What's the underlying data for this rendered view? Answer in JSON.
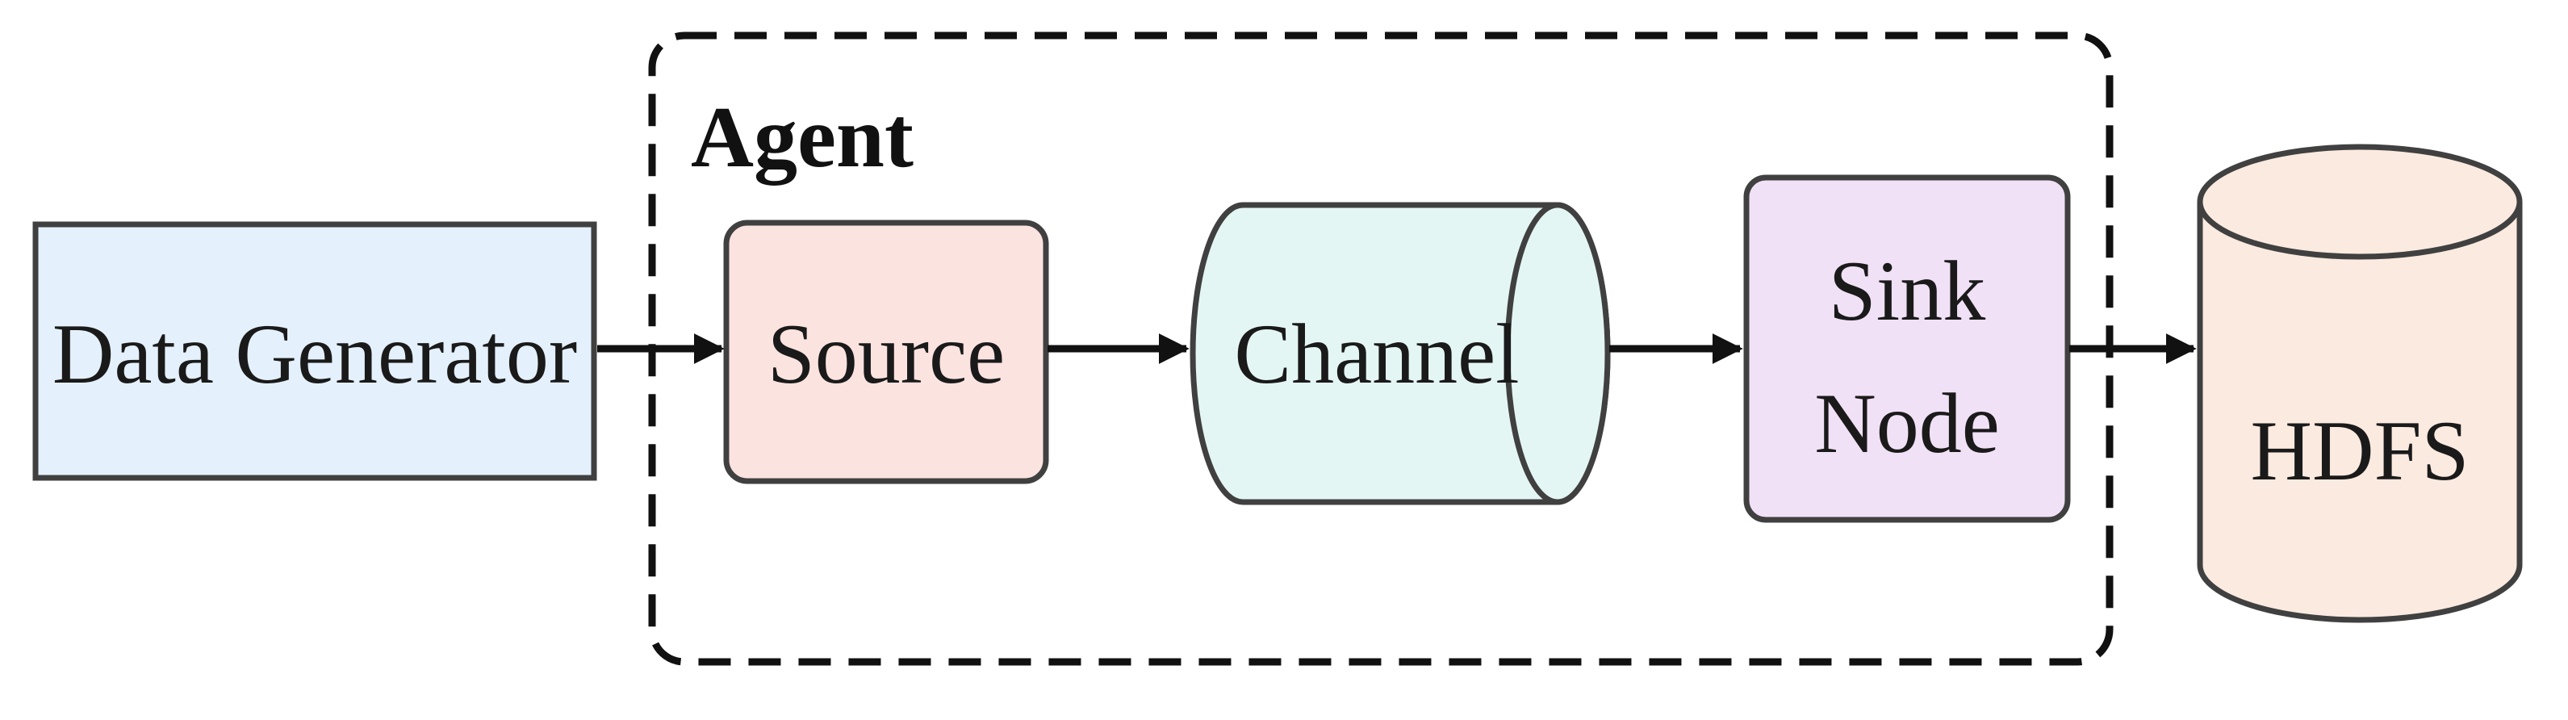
{
  "diagram": {
    "nodes": {
      "data_generator": {
        "label": "Data Generator",
        "fill": "#E4F0FB"
      },
      "agent": {
        "label": "Agent"
      },
      "source": {
        "label": "Source",
        "fill": "#FBE3E0"
      },
      "channel": {
        "label": "Channel",
        "fill": "#E4F6F4"
      },
      "sink_node": {
        "line1": "Sink",
        "line2": "Node",
        "fill": "#F1E1F6"
      },
      "hdfs": {
        "label": "HDFS",
        "fill": "#FBEAE0"
      }
    },
    "edges": [
      {
        "from": "data_generator",
        "to": "source"
      },
      {
        "from": "source",
        "to": "channel"
      },
      {
        "from": "channel",
        "to": "sink_node"
      },
      {
        "from": "sink_node",
        "to": "hdfs"
      }
    ],
    "colors": {
      "stroke": "#404040",
      "text": "#1a1a1a",
      "arrow": "#111111"
    }
  }
}
